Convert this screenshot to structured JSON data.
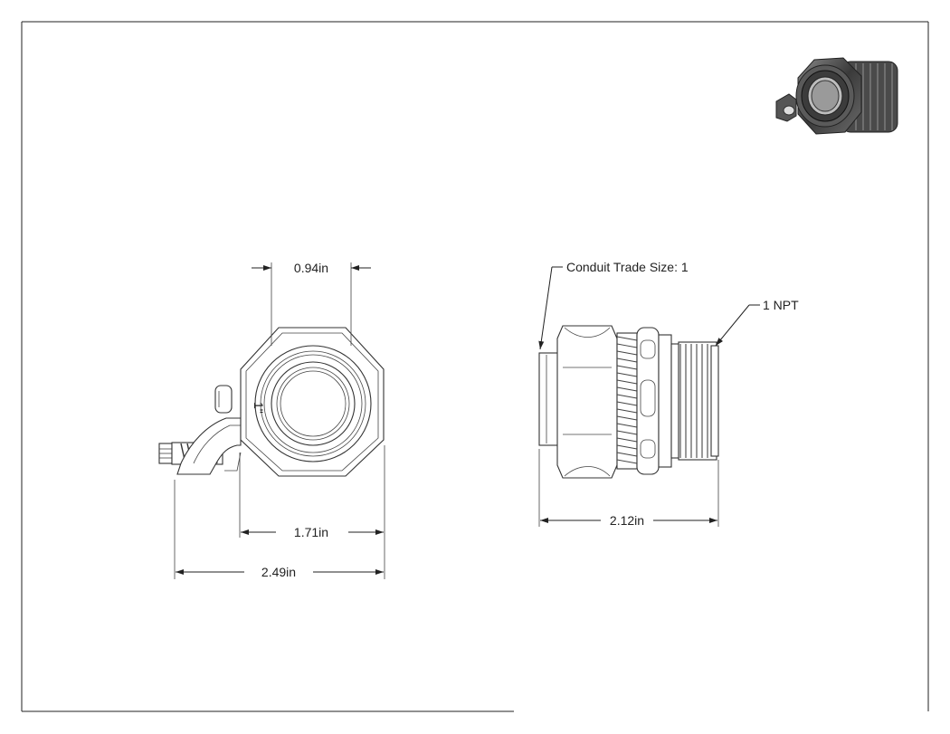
{
  "dimensions": {
    "front_inner_width": "0.94in",
    "front_body_width": "1.71in",
    "front_overall_width": "2.49in",
    "side_length": "2.12in"
  },
  "callouts": {
    "trade_size": "Conduit Trade Size: 1",
    "thread": "1 NPT"
  },
  "front_marking": "1\""
}
